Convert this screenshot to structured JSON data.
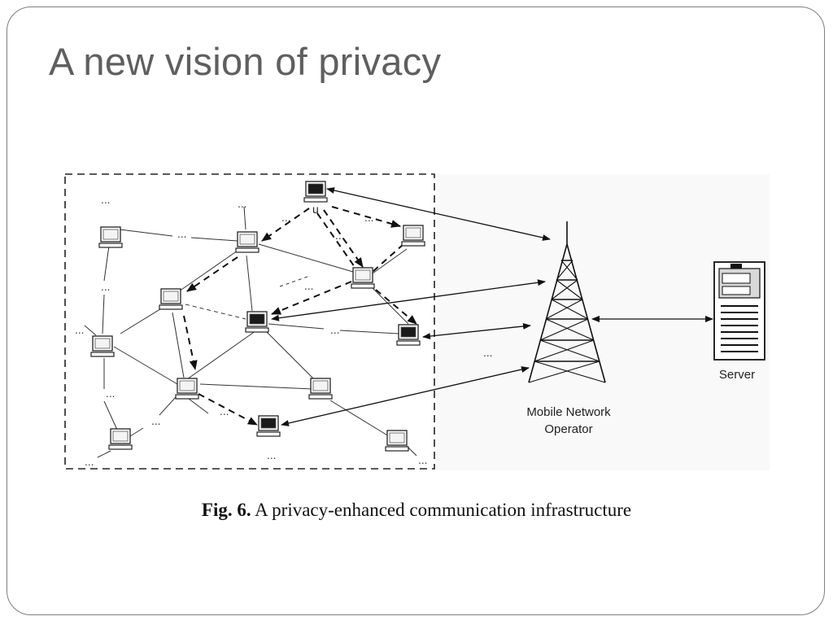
{
  "slide": {
    "title": "A new vision of privacy"
  },
  "figure": {
    "caption_number": "Fig. 6.",
    "caption_text": "A privacy-enhanced communication infrastructure",
    "operator_label_line1": "Mobile Network",
    "operator_label_line2": "Operator",
    "server_label": "Server",
    "user_label": "u",
    "ellipsis": "..."
  }
}
